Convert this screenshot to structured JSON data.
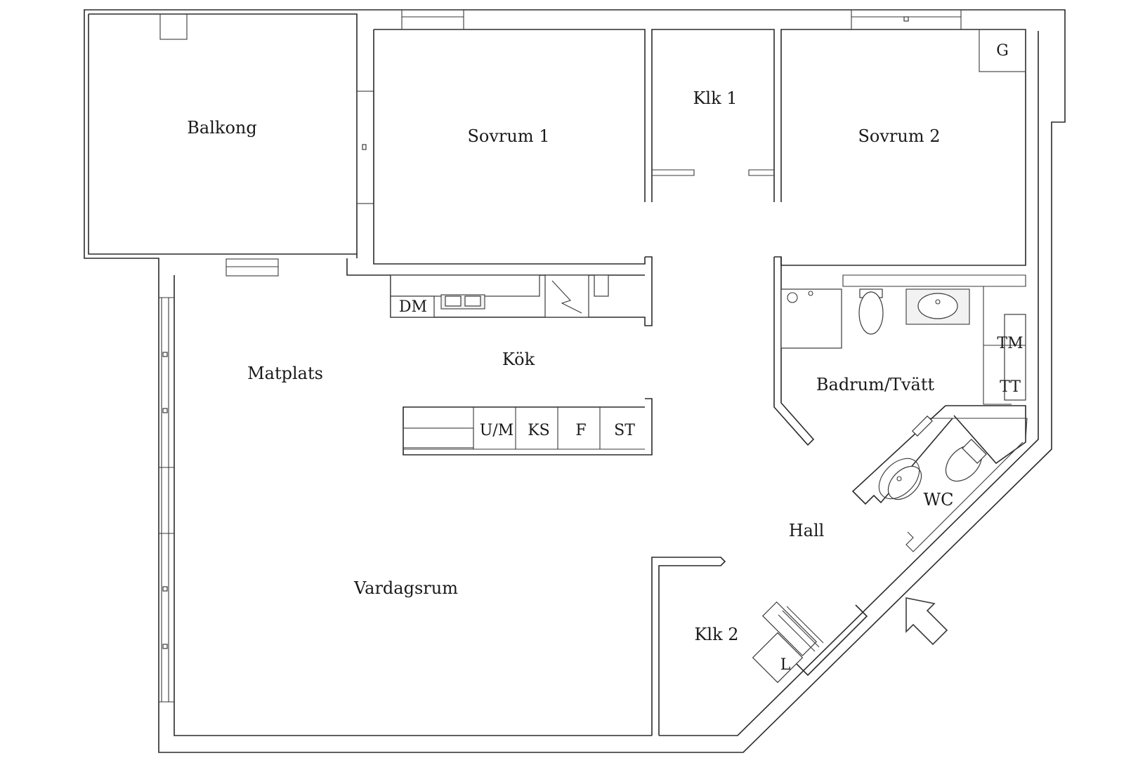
{
  "rooms": {
    "balkong": "Balkong",
    "sovrum1": "Sovrum 1",
    "klk1": "Klk 1",
    "sovrum2": "Sovrum 2",
    "matplats": "Matplats",
    "kok": "Kök",
    "badrum": "Badrum/Tvätt",
    "wc": "WC",
    "hall": "Hall",
    "vardagsrum": "Vardagsrum",
    "klk2": "Klk 2"
  },
  "fixtures": {
    "g": "G",
    "dm": "DM",
    "um": "U/M",
    "ks": "KS",
    "f": "F",
    "st": "ST",
    "tm": "TM",
    "tt": "TT",
    "l": "L"
  },
  "icons": {
    "entrance": "entrance-arrow-icon"
  }
}
